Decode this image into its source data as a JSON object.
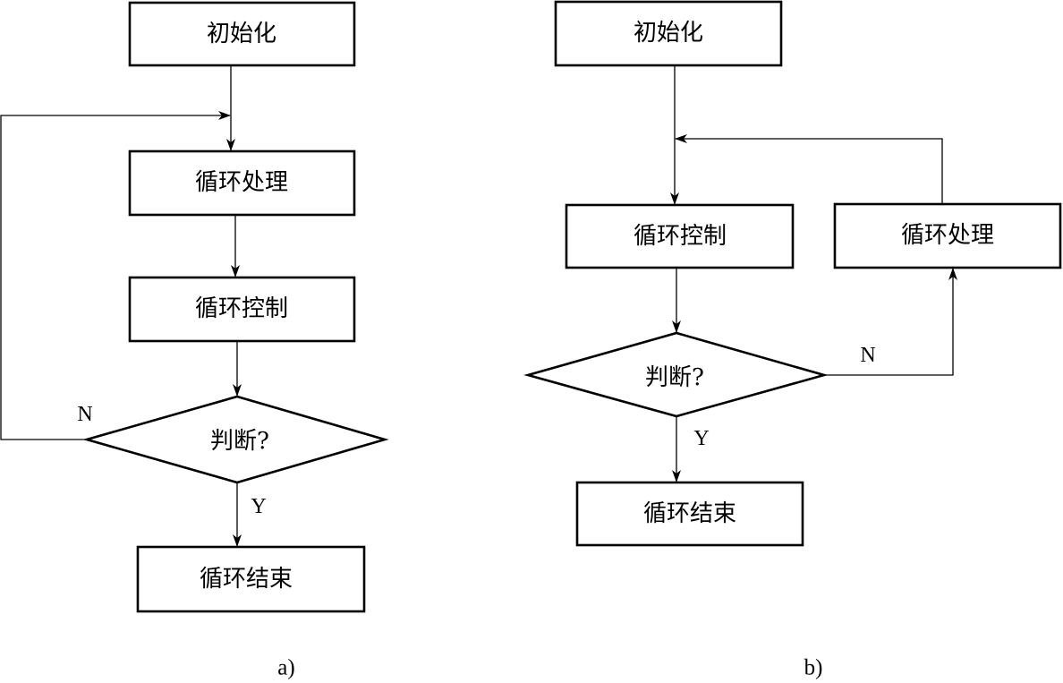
{
  "diagram_a": {
    "init": "初始化",
    "loop_process": "循环处理",
    "loop_control": "循环控制",
    "decision": "判断?",
    "loop_end": "循环结束",
    "no_label": "N",
    "yes_label": "Y",
    "caption": "a)"
  },
  "diagram_b": {
    "init": "初始化",
    "loop_control": "循环控制",
    "loop_process": "循环处理",
    "decision": "判断?",
    "loop_end": "循环结束",
    "no_label": "N",
    "yes_label": "Y",
    "caption": "b)"
  }
}
